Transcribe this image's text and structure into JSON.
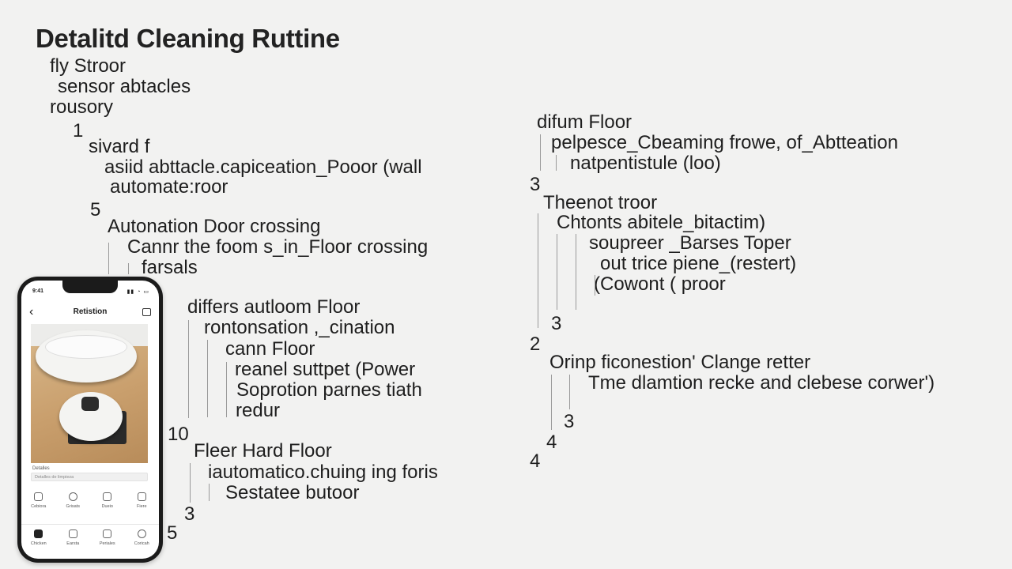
{
  "title": "Detalitd Cleaning Ruttine",
  "left_column": [
    "fly Stroor",
    "sensor abtacles",
    "rousory",
    "1",
    "sivard f",
    "asiid abttacle.capiceation_Pooor (wall",
    "automate:roor",
    "5",
    "Autonation Door crossing",
    "Cannr the foom s_in_Floor crossing",
    "farsals",
    "differs autloom Floor",
    "rontonsation ,_cination",
    "cann Floor",
    "reanel suttpet (Power",
    "Soprotion parnes tiath",
    "redur",
    "10",
    "Fleer Hard Floor",
    "iautomatico.chuing ing foris",
    "Sestatee butoor",
    "3",
    "5"
  ],
  "right_column": [
    "difum Floor",
    "pelpesce_Cbeaming frowe, of_Abtteation",
    "natpentistule (loo)",
    "3",
    "Theenot troor",
    "Chtonts abitele_bitactim)",
    "soupreer _Barses Toper",
    "out trice piene_(restert)",
    "(Cowont ( proor",
    "3",
    "2",
    "Orinp ficonestion' Clange retter",
    "Tme dlamtion recke and clebese corwer')",
    "3",
    "4",
    "4"
  ],
  "phone": {
    "status_time": "9:41",
    "status_icons": "▮▮ ◔ ▭",
    "back_icon": "chevron-left-icon",
    "header_title": "Retistion",
    "share_icon": "share-icon",
    "caption": "Detalles",
    "caption_field": "Detalles de limpieza",
    "quick_actions": [
      "Cebiora",
      "Grisats",
      "Dueio",
      "Fiere"
    ],
    "tabs": [
      "Chicken",
      "Earsta",
      "Periales",
      "Coricah"
    ]
  }
}
